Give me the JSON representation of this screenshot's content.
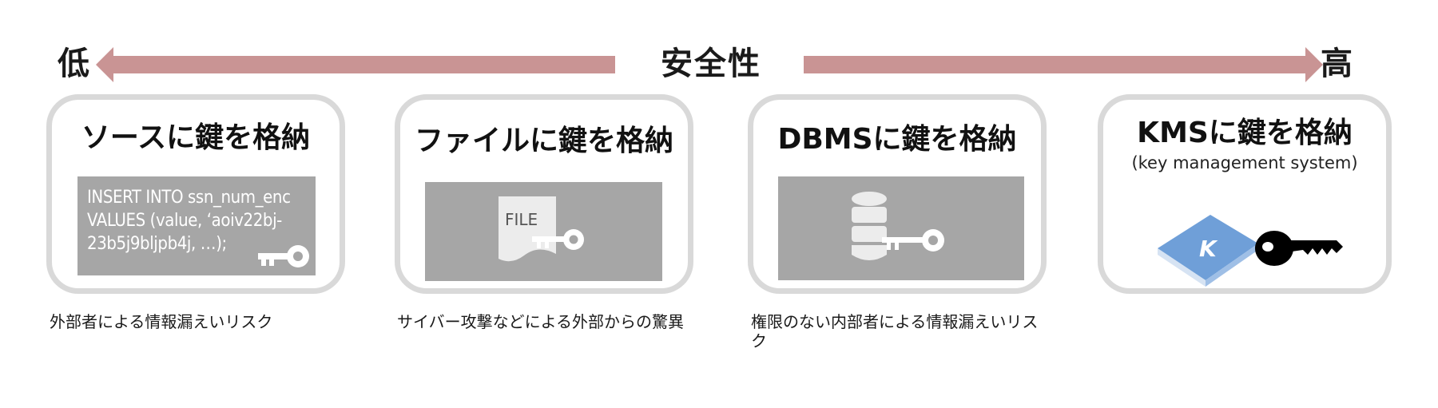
{
  "scale": {
    "low": "低",
    "center": "安全性",
    "high": "高",
    "arrow_color": "#c99494"
  },
  "cards": [
    {
      "title": "ソースに鍵を格納",
      "code_lines": [
        "INSERT INTO ssn_num_enc",
        "VALUES (value, ‘aoiv22bj-",
        "23b5j9bljpb4j, …);"
      ],
      "icon": "key-icon",
      "risk": "外部者による情報漏えいリスク"
    },
    {
      "title": "ファイルに鍵を格納",
      "file_label": "FILE",
      "icon": "file-key-icon",
      "risk": "サイバー攻撃などによる外部からの驚異"
    },
    {
      "title": "DBMSに鍵を格納",
      "icon": "database-key-icon",
      "risk": "権限のない内部者による情報漏えいリスク"
    },
    {
      "title": "KMSに鍵を格納",
      "subtitle": "(key management system)",
      "logo_letter": "K",
      "icon": "kms-key-icon",
      "risk": ""
    }
  ],
  "colors": {
    "card_border": "#d9d9d9",
    "panel": "#a6a6a6",
    "kms_blue": "#6f9fd8"
  }
}
